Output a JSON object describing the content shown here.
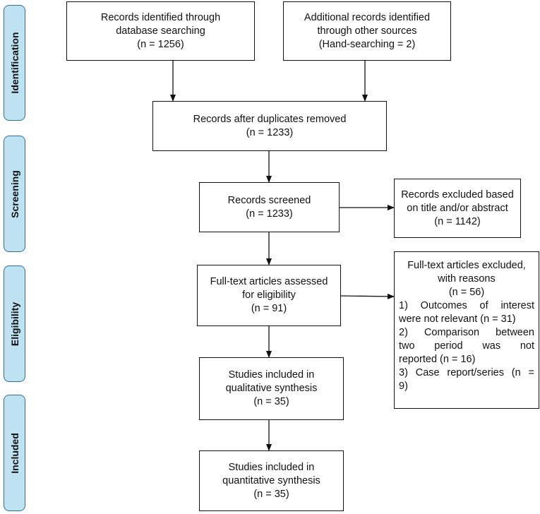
{
  "phases": {
    "identification": "Identification",
    "screening": "Screening",
    "eligibility": "Eligibility",
    "included": "Included"
  },
  "boxes": {
    "database": {
      "line1": "Records identified through",
      "line2": "database searching",
      "line3": "(n = 1256)"
    },
    "other": {
      "line1": "Additional records identified",
      "line2": "through other sources",
      "line3": "(Hand-searching = 2)"
    },
    "dedup": {
      "line1": "Records after duplicates removed",
      "line2": "(n = 1233)"
    },
    "screened": {
      "line1": "Records screened",
      "line2": "(n = 1233)"
    },
    "excluded_title": {
      "line1": "Records excluded based",
      "line2": "on title and/or abstract",
      "line3": "(n = 1142)"
    },
    "fulltext": {
      "line1": "Full-text articles assessed",
      "line2": "for eligibility",
      "line3": "(n = 91)"
    },
    "excluded_fulltext": {
      "line1": "Full-text articles excluded,",
      "line2": "with reasons",
      "line3": "(n = 56)",
      "reasons": [
        "1) Outcomes of interest",
        "were not relevant (n = 31)",
        "2) Comparison between",
        "two period was not",
        "reported (n = 16)",
        "3) Case report/series (n =",
        "9)"
      ]
    },
    "qualitative": {
      "line1": "Studies included in",
      "line2": "qualitative synthesis",
      "line3": "(n = 35)"
    },
    "quantitative": {
      "line1": "Studies included in",
      "line2": "quantitative synthesis",
      "line3": "(n = 35)"
    }
  }
}
